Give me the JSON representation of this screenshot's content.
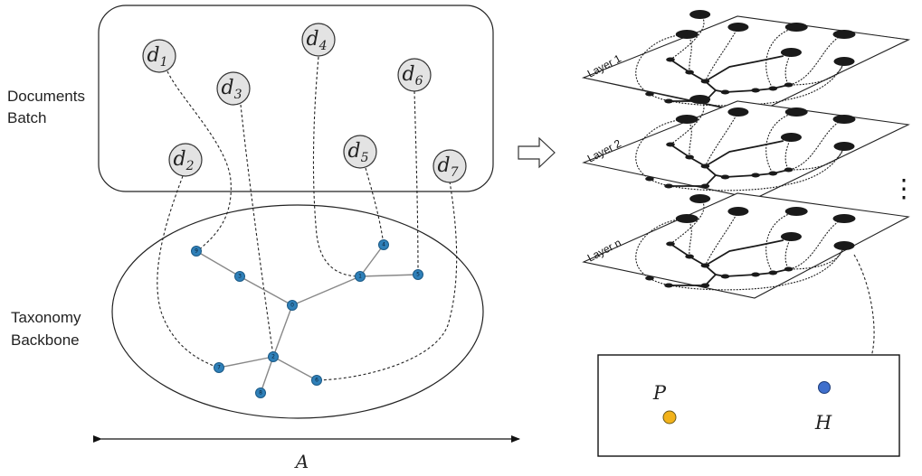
{
  "labels": {
    "documents_batch": [
      "Documents",
      "Batch"
    ],
    "taxonomy_backbone": [
      "Taxonomy",
      "Backbone"
    ],
    "axis_label": "A",
    "point_p": "P",
    "point_h": "H",
    "ellipsis": "⋮"
  },
  "documents": [
    {
      "id": "d1",
      "letter": "d",
      "sub": "1"
    },
    {
      "id": "d2",
      "letter": "d",
      "sub": "2"
    },
    {
      "id": "d3",
      "letter": "d",
      "sub": "3"
    },
    {
      "id": "d4",
      "letter": "d",
      "sub": "4"
    },
    {
      "id": "d5",
      "letter": "d",
      "sub": "5"
    },
    {
      "id": "d6",
      "letter": "d",
      "sub": "6"
    },
    {
      "id": "d7",
      "letter": "d",
      "sub": "7"
    }
  ],
  "taxonomy_nodes": [
    {
      "id": "n0",
      "label": "0"
    },
    {
      "id": "n1",
      "label": "1"
    },
    {
      "id": "n2",
      "label": "2"
    },
    {
      "id": "n3",
      "label": "3"
    },
    {
      "id": "n4",
      "label": "4"
    },
    {
      "id": "n5",
      "label": "5"
    },
    {
      "id": "n6",
      "label": "6"
    },
    {
      "id": "n7",
      "label": "7"
    },
    {
      "id": "n8",
      "label": "8"
    },
    {
      "id": "n9",
      "label": "9"
    }
  ],
  "taxonomy_edges": [
    [
      "n9",
      "n3"
    ],
    [
      "n3",
      "n0"
    ],
    [
      "n0",
      "n1"
    ],
    [
      "n1",
      "n4"
    ],
    [
      "n1",
      "n5"
    ],
    [
      "n0",
      "n2"
    ],
    [
      "n2",
      "n7"
    ],
    [
      "n2",
      "n8"
    ],
    [
      "n2",
      "n6"
    ]
  ],
  "doc_links": [
    [
      "d1",
      "n9"
    ],
    [
      "d2",
      "n7"
    ],
    [
      "d3",
      "n2"
    ],
    [
      "d4",
      "n1"
    ],
    [
      "d5",
      "n4"
    ],
    [
      "d6",
      "n5"
    ],
    [
      "d7",
      "n6"
    ]
  ],
  "layers": [
    {
      "name": "Layer 1"
    },
    {
      "name": "Layer 2"
    },
    {
      "name": "Layer n"
    }
  ],
  "colors": {
    "taxonomy_node": "#2f80b9",
    "document_node": "#e3e3e3",
    "point_p": "#f2b21a",
    "point_h": "#3f6fcc"
  }
}
